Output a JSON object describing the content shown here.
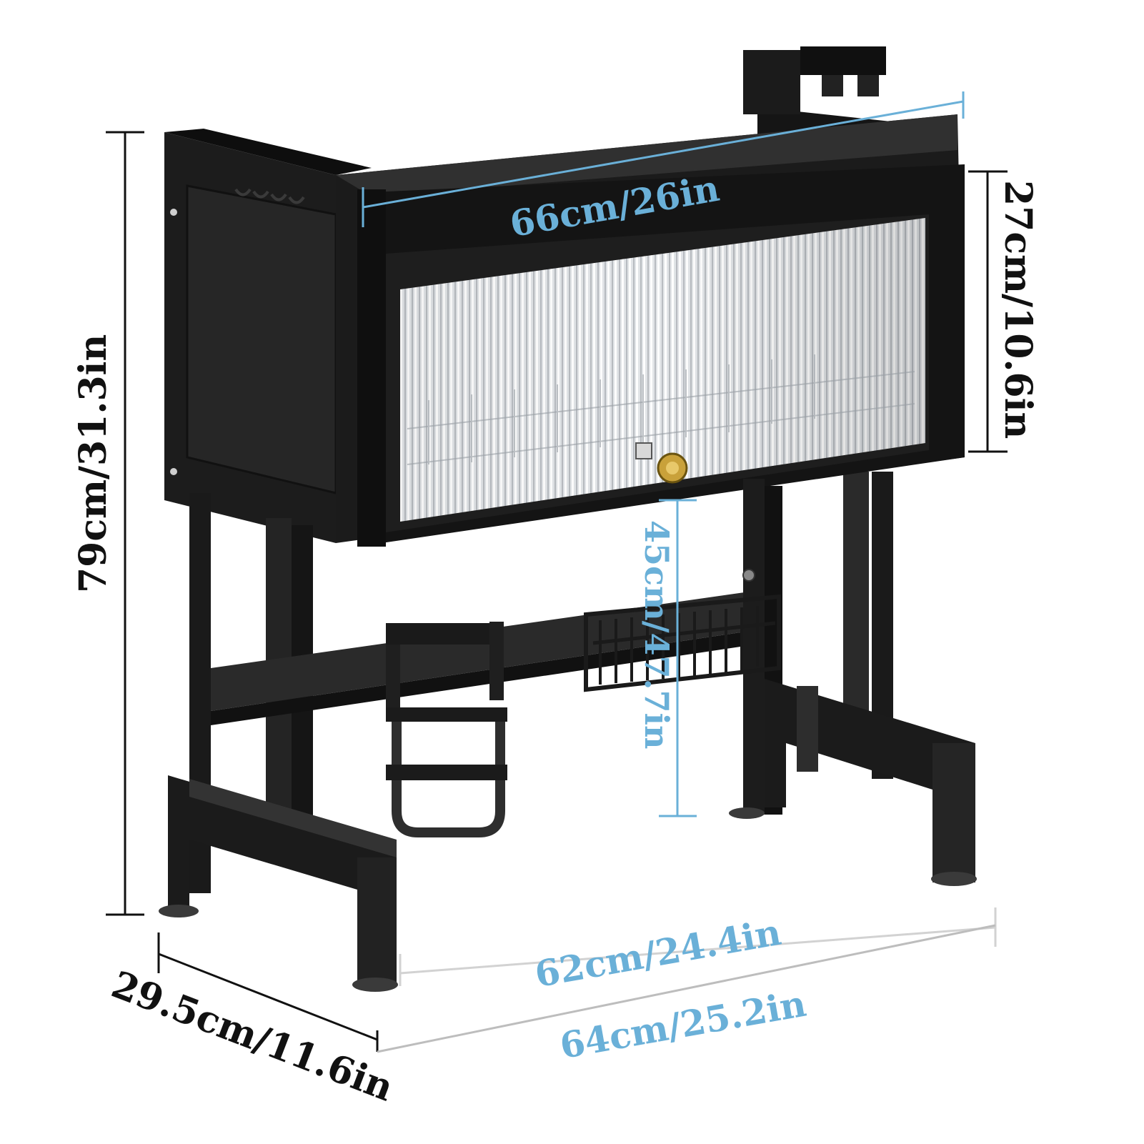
{
  "colors": {
    "frame": "#141414",
    "frame_face": "#2b2b2b",
    "panel": "#1f1f1f",
    "door_glass": "#d9dcdf",
    "dimension_black": "#111111",
    "dimension_blue": "#6ab0d8",
    "knob": "#c9a13a"
  },
  "dimensions": {
    "top_width": "66cm/26in",
    "cabinet_height": "27cm/10.6in",
    "total_height": "79cm/31.3in",
    "clearance_height": "45cm/47.7in",
    "inner_width": "62cm/24.4in",
    "outer_width": "64cm/25.2in",
    "depth": "29.5cm/11.6in"
  }
}
